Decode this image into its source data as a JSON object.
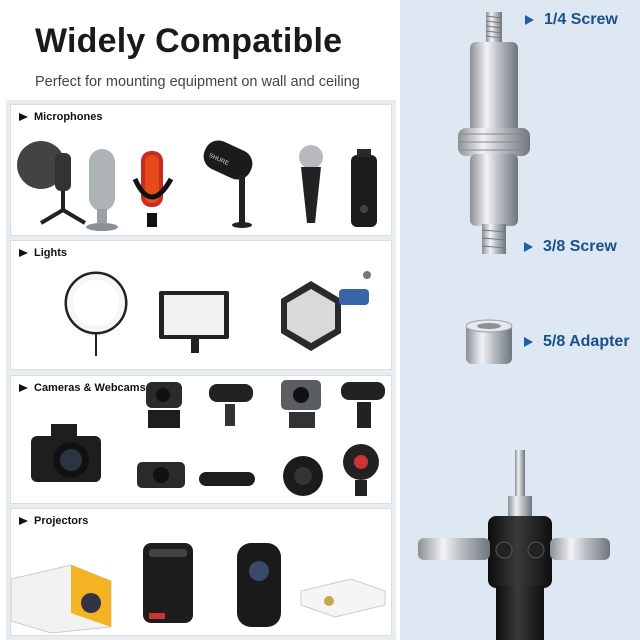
{
  "header": {
    "title": "Widely Compatible",
    "subtitle": "Perfect for mounting equipment on wall and ceiling"
  },
  "categories": [
    {
      "label": "Microphones"
    },
    {
      "label": "Lights"
    },
    {
      "label": "Cameras & Webcams"
    },
    {
      "label": "Projectors"
    }
  ],
  "callouts": {
    "screw_quarter": "1/4 Screw",
    "screw_three_eighths": "3/8 Screw",
    "adapter": "5/8 Adapter"
  },
  "mic_brand": "SHURE",
  "colors": {
    "accent": "#1f5fa8",
    "right_background": "#dde8f3",
    "metal": "#b9bec4",
    "dark": "#1a1a1a"
  }
}
